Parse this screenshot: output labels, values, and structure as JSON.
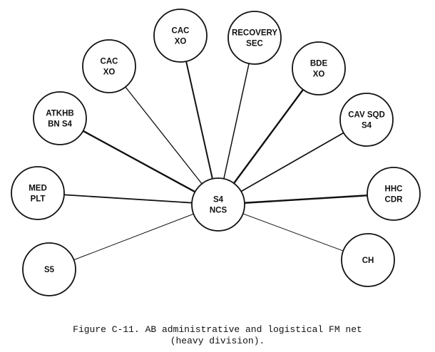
{
  "diagram": {
    "hub": {
      "id": "s4-ncs",
      "lines": [
        "S4",
        "NCS"
      ]
    },
    "nodes": [
      {
        "id": "med-plt",
        "lines": [
          "MED",
          "PLT"
        ]
      },
      {
        "id": "atkhb-bn-s4",
        "lines": [
          "ATKHB",
          "BN S4"
        ]
      },
      {
        "id": "cac-xo-1",
        "lines": [
          "CAC",
          "XO"
        ]
      },
      {
        "id": "cac-xo-2",
        "lines": [
          "CAC",
          "XO"
        ]
      },
      {
        "id": "recovery-sec",
        "lines": [
          "RECOVERY",
          "SEC"
        ]
      },
      {
        "id": "bde-xo",
        "lines": [
          "BDE",
          "XO"
        ]
      },
      {
        "id": "cav-sqd-s4",
        "lines": [
          "CAV SQD",
          "S4"
        ]
      },
      {
        "id": "hhc-cdr",
        "lines": [
          "HHC",
          "CDR"
        ]
      },
      {
        "id": "ch",
        "lines": [
          "CH"
        ]
      },
      {
        "id": "s5",
        "lines": [
          "S5"
        ]
      }
    ]
  },
  "caption": {
    "line1": "Figure C-11. AB administrative and logistical FM net",
    "line2": "(heavy division)."
  }
}
